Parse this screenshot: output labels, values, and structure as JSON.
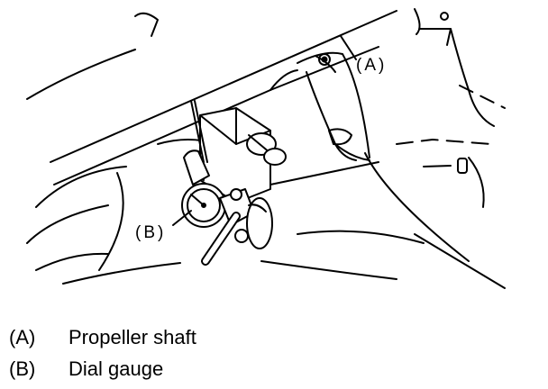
{
  "callouts": {
    "a": "(A)",
    "b": "(B)"
  },
  "legend": [
    {
      "key": "(A)",
      "label": "Propeller shaft"
    },
    {
      "key": "(B)",
      "label": "Dial gauge"
    }
  ],
  "colors": {
    "ink": "#000000",
    "background": "#ffffff"
  }
}
